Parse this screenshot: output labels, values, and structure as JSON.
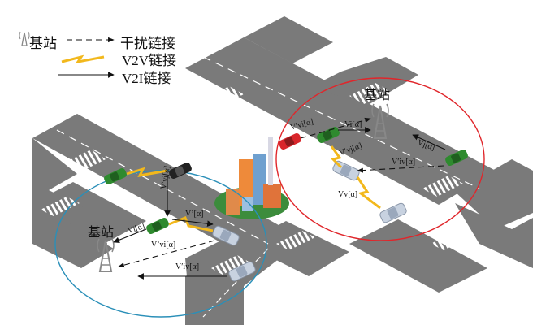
{
  "legend": {
    "interference": {
      "prefix": "基站",
      "label": "干扰链接"
    },
    "v2v": {
      "label": "V2V链接"
    },
    "v2i": {
      "label": "V2I链接"
    }
  },
  "base_stations": {
    "left": {
      "label": "基站"
    },
    "right": {
      "label": "基站"
    }
  },
  "link_labels": {
    "left_cluster": {
      "vertical_v2v": "V′vj[α]",
      "v2v_top": "V’[α]",
      "v2i_left": "Vi[α]",
      "interf_mid": "V’vi[α]",
      "interf_bottom": "V′iv[α]"
    },
    "right_cluster": {
      "interf_top": "V′vi[α]",
      "v2i_top": "Vi[α]",
      "v2i_right": "Vj[α]",
      "v2v_mid": "V′vj[α]",
      "interf_right": "V′iv[α]",
      "v2v_low": "Vv[α]"
    }
  },
  "colors": {
    "road": "#7a7a7a",
    "road_edge": "#5e5e5e",
    "marking": "#ffffff",
    "left_circle": "#2a8fb8",
    "right_circle": "#e0262b",
    "v2v_bolt": "#f2b81c",
    "car_green": "#2e8a2e",
    "car_silver": "#c8d2e0",
    "car_red": "#d9262b",
    "car_black": "#222222"
  }
}
